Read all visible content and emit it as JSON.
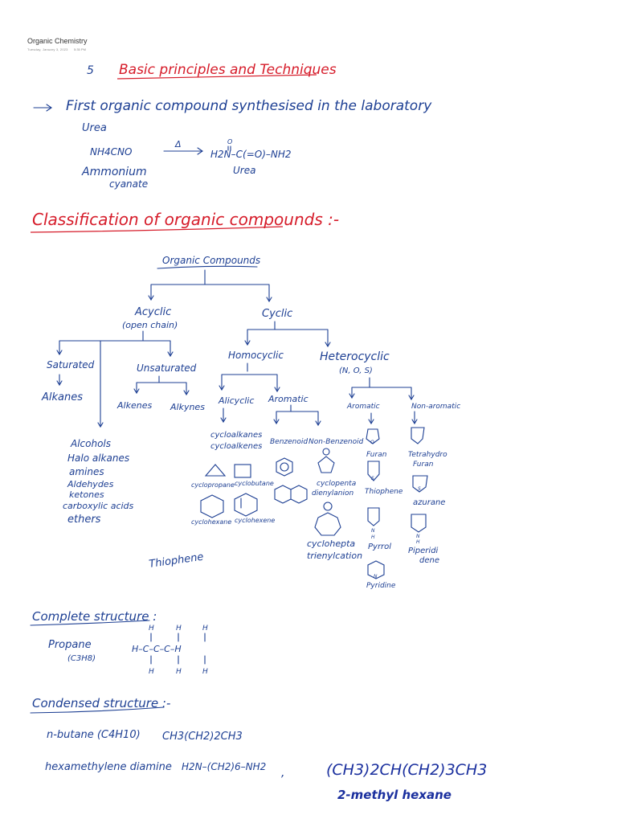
{
  "header": {
    "title": "Organic Chemistry",
    "date": "Tuesday, January 3, 2023",
    "time": "5:35 PM"
  },
  "section1": {
    "number": "5",
    "heading": "Basic principles and Techniques"
  },
  "urea": {
    "first_line": "First organic compound synthesised in the laboratory",
    "subject": "Urea",
    "reactant": "NH4CNO",
    "heat": "Δ",
    "product": "H2N–C(=O)–NH2",
    "reactant_name_1": "Ammonium",
    "reactant_name_2": "cyanate",
    "product_name": "Urea",
    "oxygen": "O"
  },
  "classification": {
    "heading": "Classification of organic compounds :-",
    "root": "Organic Compounds",
    "acyclic": "Acyclic",
    "acyclic_sub": "(open chain)",
    "cyclic": "Cyclic",
    "saturated": "Saturated",
    "alkanes": "Alkanes",
    "unsaturated": "Unsaturated",
    "alkenes": "Alkenes",
    "alkynes": "Alkynes",
    "acyclic_list": [
      "Alcohols",
      "Halo alkanes",
      "amines",
      "Aldehydes",
      "ketones",
      "carboxylic acids",
      "ethers"
    ],
    "homocyclic": "Homocyclic",
    "heterocyclic": "Heterocyclic",
    "hetero_atoms": "(N, O, S)",
    "alicyclic": "Alicyclic",
    "aromatic": "Aromatic",
    "alicyclic_list": [
      "cycloalkanes",
      "cycloalkenes"
    ],
    "cyclopropane": "cyclopropane",
    "cyclobutane": "cyclobutane",
    "cyclohexane": "cyclohexane",
    "cyclohexene": "cyclohexene",
    "benzenoid": "Benzenoid",
    "non_benzenoid": "Non-Benzenoid",
    "cyclopentadienyl": [
      "cyclopenta",
      "dienylanion"
    ],
    "cycloheptatrienyl": [
      "cyclohepta",
      "trienylcation"
    ],
    "hetero_aromatic": "Aromatic",
    "hetero_non_aromatic": "Non-aromatic",
    "furan": "Furan",
    "thiophene": "Thiophene",
    "pyrrole": "Pyrrol",
    "pyridine": "Pyridine",
    "tetrahydrofuran": [
      "Tetrahydro",
      "Furan"
    ],
    "azurane": "azurane",
    "piperidine": [
      "Piperidi",
      "dene"
    ],
    "ring_atoms": {
      "O": "O",
      "S": "S",
      "N": "N",
      "H": "H"
    },
    "side_note": "Thiophene"
  },
  "complete": {
    "heading": "Complete structure :",
    "name": "Propane",
    "formula": "(C3H8)",
    "structure": "H–C–C–C–H",
    "h": "H"
  },
  "condensed": {
    "heading": "Condensed structure :-",
    "n_butane_label": "n-butane (C4H10)",
    "n_butane_formula": "CH3(CH2)2CH3",
    "hexamethylene_label": "hexamethylene diamine",
    "hexamethylene_formula": "H2N–(CH2)6–NH2",
    "separator": ",",
    "methylhexane_formula": "(CH3)2CH(CH2)3CH3",
    "methylhexane_name": "2-methyl hexane"
  }
}
